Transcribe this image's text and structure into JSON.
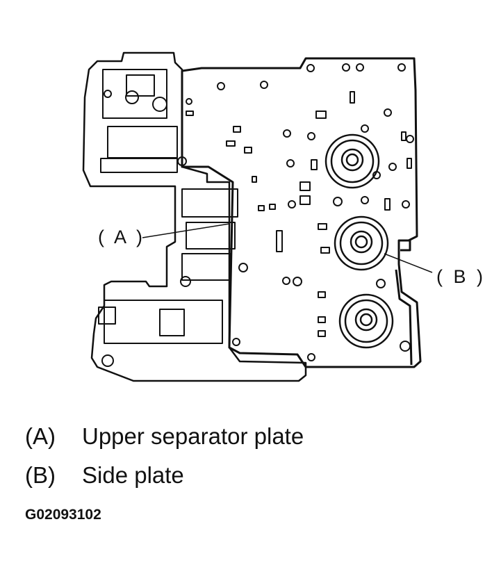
{
  "diagram": {
    "callouts": [
      {
        "id": "A",
        "label": "( A )"
      },
      {
        "id": "B",
        "label": "( B )"
      }
    ]
  },
  "legend": [
    {
      "key": "(A)",
      "text": "Upper separator plate"
    },
    {
      "key": "(B)",
      "text": "Side plate"
    }
  ],
  "figure_id": "G02093102"
}
